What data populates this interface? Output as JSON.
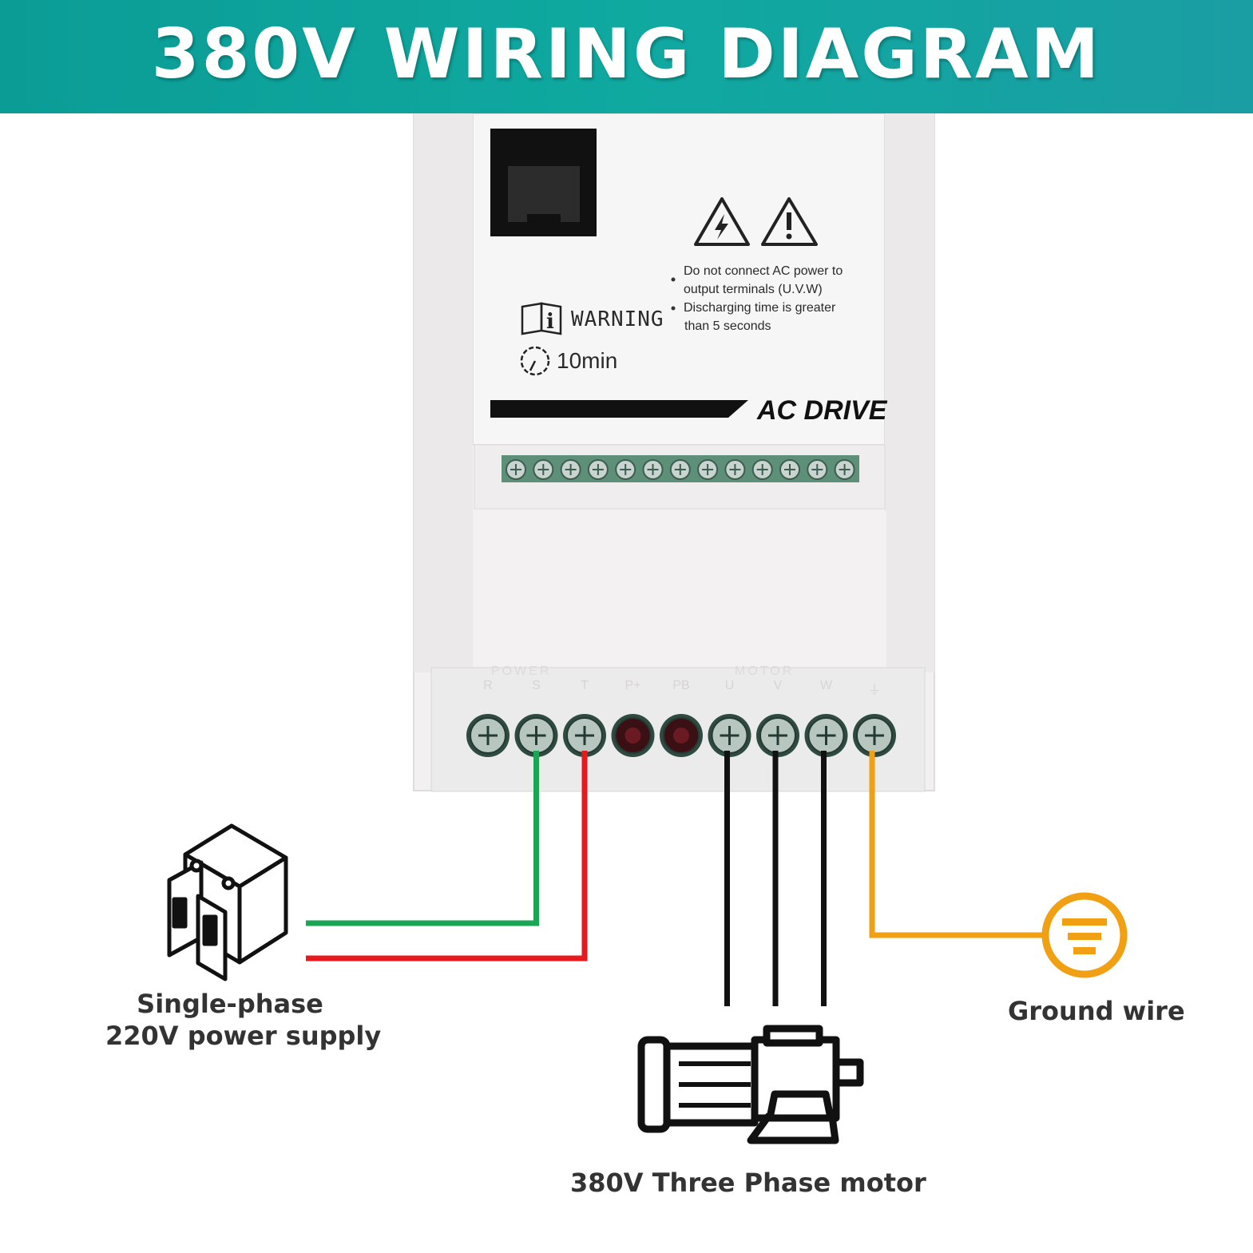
{
  "header": {
    "title": "380V WIRING DIAGRAM"
  },
  "device": {
    "warning_label": "WARNING",
    "timer_label": "10min",
    "notes": [
      "Do not connect AC power to",
      "output terminals (U.V.W)",
      "Discharging time is greater",
      "than 5 seconds"
    ],
    "model_label": "AC DRIVE",
    "terminal_group_power": "POWER",
    "terminal_group_motor": "MOTOR",
    "terminals": [
      "R",
      "S",
      "T",
      "P+",
      "PB",
      "U",
      "V",
      "W",
      "⏚"
    ]
  },
  "wires": [
    {
      "from": "S",
      "to": "Single-phase 220V power supply",
      "color": "#1aa655"
    },
    {
      "from": "T",
      "to": "Single-phase 220V power supply",
      "color": "#e8191e"
    },
    {
      "from": "U",
      "to": "380V Three Phase motor",
      "color": "#111111"
    },
    {
      "from": "V",
      "to": "380V Three Phase motor",
      "color": "#111111"
    },
    {
      "from": "W",
      "to": "380V Three Phase motor",
      "color": "#111111"
    },
    {
      "from": "⏚",
      "to": "Ground wire",
      "color": "#f0a012"
    }
  ],
  "labels": {
    "power_supply_line1": "Single-phase",
    "power_supply_line2": "220V power supply",
    "motor": "380V Three Phase motor",
    "ground": "Ground wire"
  },
  "colors": {
    "banner": "#0fa9a0",
    "wire_green": "#1aa655",
    "wire_red": "#e8191e",
    "wire_black": "#111111",
    "wire_orange": "#f0a012"
  },
  "icons": [
    "breaker-icon",
    "motor-icon",
    "ground-icon",
    "warning-electric-icon",
    "warning-general-icon",
    "manual-icon",
    "timer-icon",
    "rj45-port-icon"
  ]
}
